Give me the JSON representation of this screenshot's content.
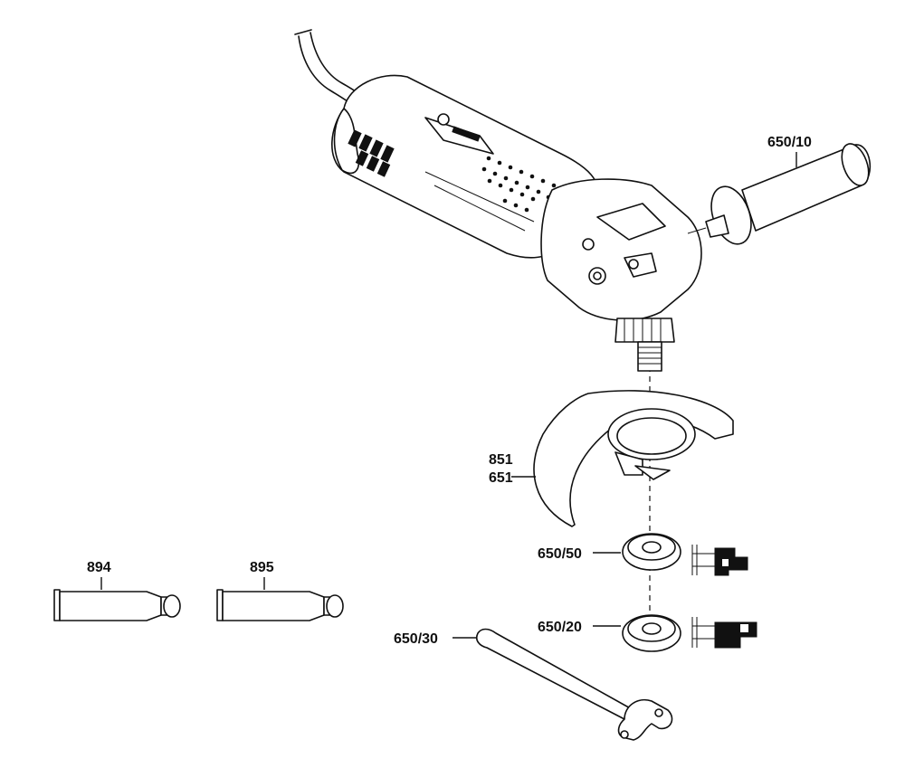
{
  "labels": {
    "handle": "650/10",
    "guard_a": "851",
    "guard_b": "651",
    "flange": "650/50",
    "nut": "650/20",
    "wrench": "650/30",
    "tube_a": "894",
    "tube_b": "895"
  }
}
